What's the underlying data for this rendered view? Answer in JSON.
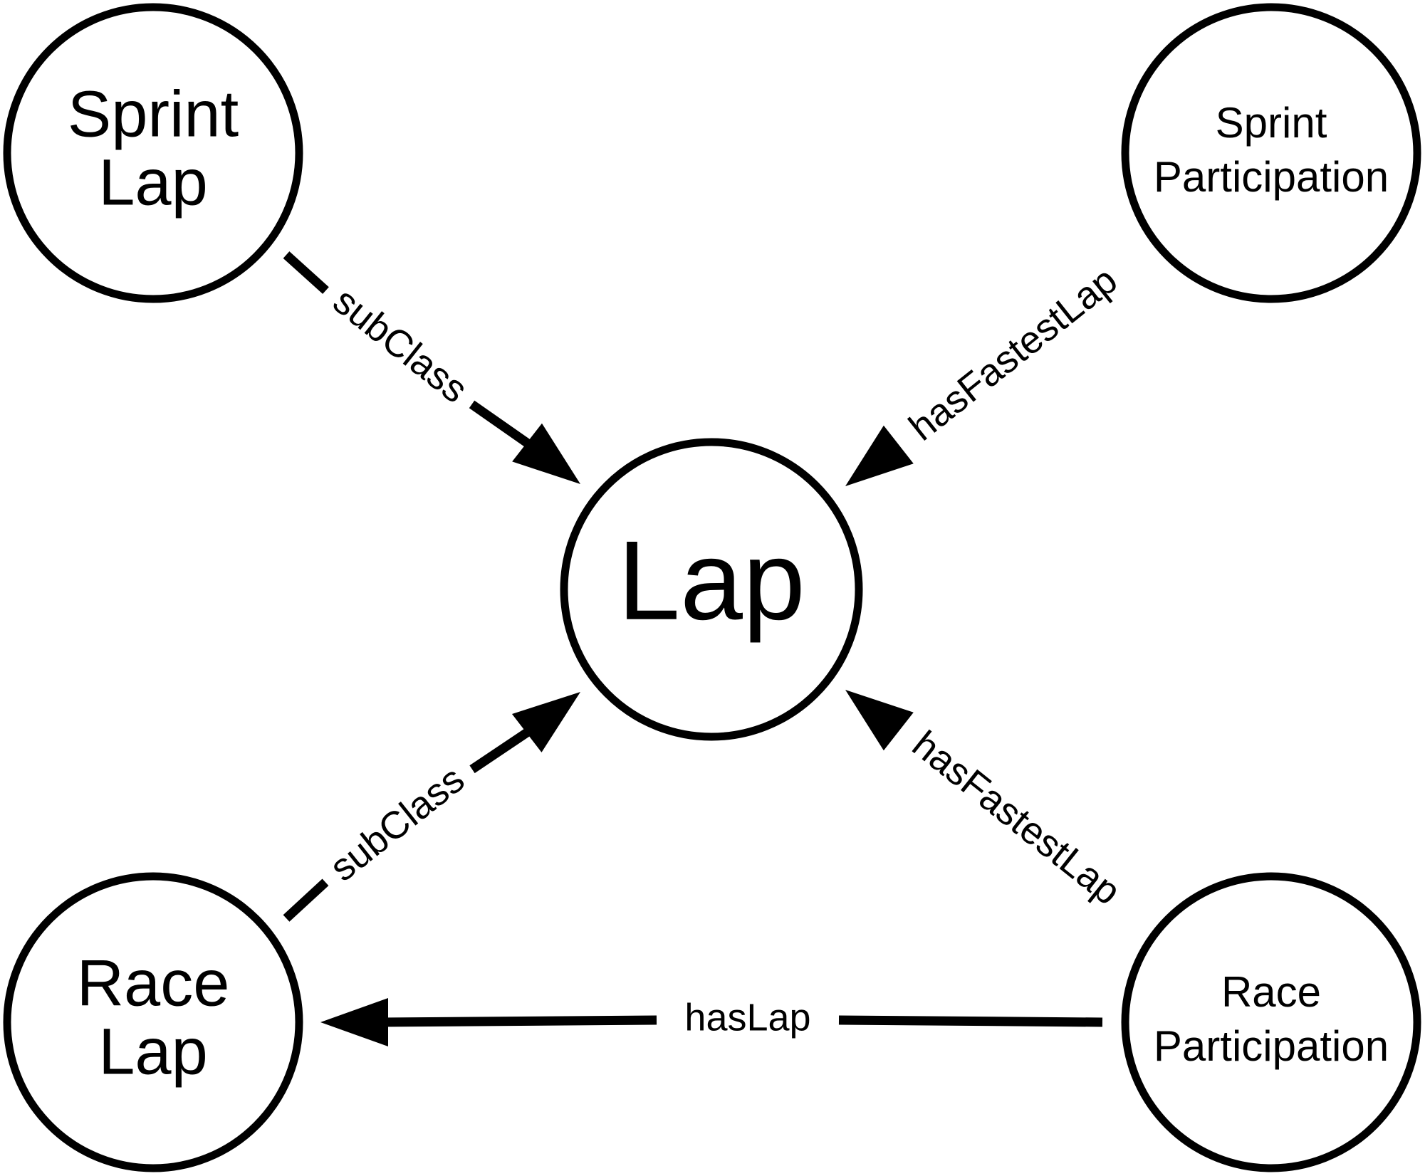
{
  "diagram": {
    "nodes": [
      {
        "id": "sprint-lap",
        "lines": [
          "Sprint",
          "Lap"
        ]
      },
      {
        "id": "sprint-participation",
        "lines": [
          "Sprint",
          "Participation"
        ]
      },
      {
        "id": "lap",
        "lines": [
          "Lap"
        ]
      },
      {
        "id": "race-lap",
        "lines": [
          "Race",
          "Lap"
        ]
      },
      {
        "id": "race-participation",
        "lines": [
          "Race",
          "Participation"
        ]
      }
    ],
    "edges": [
      {
        "id": "sprintlap-lap",
        "from": "sprint-lap",
        "to": "lap",
        "label": "subClass"
      },
      {
        "id": "racelap-lap",
        "from": "race-lap",
        "to": "lap",
        "label": "subClass"
      },
      {
        "id": "sprintpart-lap",
        "from": "sprint-participation",
        "to": "lap",
        "label": "hasFastestLap"
      },
      {
        "id": "racepart-lap",
        "from": "race-participation",
        "to": "lap",
        "label": "hasFastestLap"
      },
      {
        "id": "racepart-racelap",
        "from": "race-participation",
        "to": "race-lap",
        "label": "hasLap"
      }
    ]
  }
}
